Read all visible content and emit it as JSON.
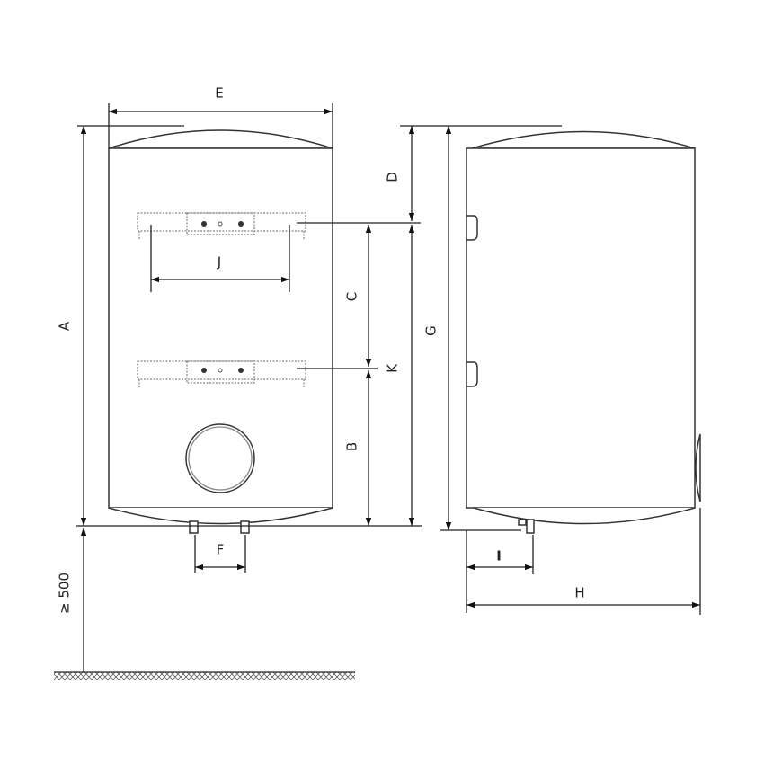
{
  "labels": {
    "A": "A",
    "B": "B",
    "C": "C",
    "D": "D",
    "E": "E",
    "F": "F",
    "G": "G",
    "H": "H",
    "I": "I",
    "J": "J",
    "K": "K",
    "clearance": "≥ 500"
  },
  "colors": {
    "line": "#222222",
    "background": "#ffffff"
  }
}
